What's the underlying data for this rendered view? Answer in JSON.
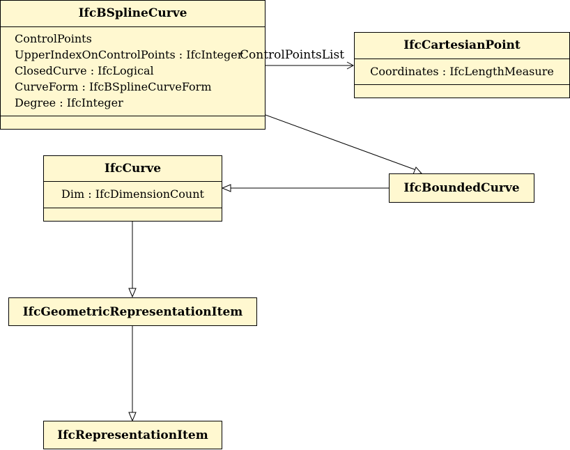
{
  "classes": {
    "bspline": {
      "name": "IfcBSplineCurve",
      "attributes": [
        "ControlPoints",
        "UpperIndexOnControlPoints : IfcInteger",
        "ClosedCurve : IfcLogical",
        "CurveForm : IfcBSplineCurveForm",
        "Degree : IfcInteger"
      ]
    },
    "cartesian": {
      "name": "IfcCartesianPoint",
      "attributes": [
        "Coordinates : IfcLengthMeasure"
      ]
    },
    "curve": {
      "name": "IfcCurve",
      "attributes": [
        "Dim : IfcDimensionCount"
      ]
    },
    "bounded": {
      "name": "IfcBoundedCurve"
    },
    "geometric": {
      "name": "IfcGeometricRepresentationItem"
    },
    "repitem": {
      "name": "IfcRepresentationItem"
    }
  },
  "relations": {
    "control_points_list": "ControlPointsList"
  },
  "colors": {
    "box_fill": "#fff8d0",
    "line": "#000000"
  }
}
